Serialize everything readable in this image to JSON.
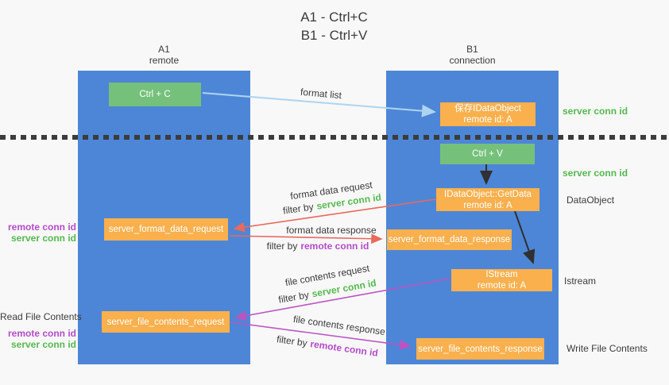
{
  "title": {
    "line1": "A1 - Ctrl+C",
    "line2": "B1 - Ctrl+V"
  },
  "lanes": {
    "a1": {
      "name": "A1",
      "subtitle": "remote"
    },
    "b1": {
      "name": "B1",
      "subtitle": "connection"
    }
  },
  "nodes": {
    "ctrl_c": {
      "label": "Ctrl + C"
    },
    "ctrl_v": {
      "label": "Ctrl + V"
    },
    "save_dataobject": {
      "line1": "保存IDataObject",
      "line2": "remote id: A"
    },
    "getdata": {
      "line1": "IDataObject::GetData",
      "line2": "remote id: A"
    },
    "istream": {
      "line1": "IStream",
      "line2": "remote id: A"
    },
    "format_request": {
      "label": "server_format_data_request"
    },
    "format_response": {
      "label": "server_format_data_response"
    },
    "file_request": {
      "label": "server_file_contents_request"
    },
    "file_response": {
      "label": "server_file_contents_response"
    }
  },
  "arrows": {
    "format_list": {
      "label": "format list"
    },
    "format_data_request": {
      "label": "format data request",
      "filter_prefix": "filter by",
      "filter_id": "server conn id"
    },
    "format_data_response": {
      "label": "format data response",
      "filter_prefix": "filter by",
      "filter_id": "remote conn id"
    },
    "file_contents_request": {
      "label": "file contents request",
      "filter_prefix": "filter by",
      "filter_id": "server conn id"
    },
    "file_contents_response": {
      "label": "file contents response",
      "filter_prefix": "filter by",
      "filter_id": "remote conn id"
    }
  },
  "side_labels": {
    "right_save_conn": "server conn id",
    "right_ctrlv_conn": "server conn id",
    "right_dataobject": "DataObject",
    "right_istream": "Istream",
    "right_write": "Write File Contents",
    "left_format_remote": "remote conn id",
    "left_format_server": "server conn id",
    "left_read_title": "Read File Contents",
    "left_file_remote": "remote conn id",
    "left_file_server": "server conn id"
  },
  "colors": {
    "lane_blue": "#4d86d6",
    "node_green": "#75c17b",
    "node_orange": "#f9b04d",
    "conn_id_green": "#55b94f",
    "conn_id_purple": "#b44bc8",
    "arrow_red": "#e8695e",
    "arrow_magenta": "#bd53c3",
    "arrow_lightblue": "#aed4f2",
    "arrow_black": "#303030",
    "text_dark": "#3b3b3b",
    "background": "#f8f8f8"
  }
}
